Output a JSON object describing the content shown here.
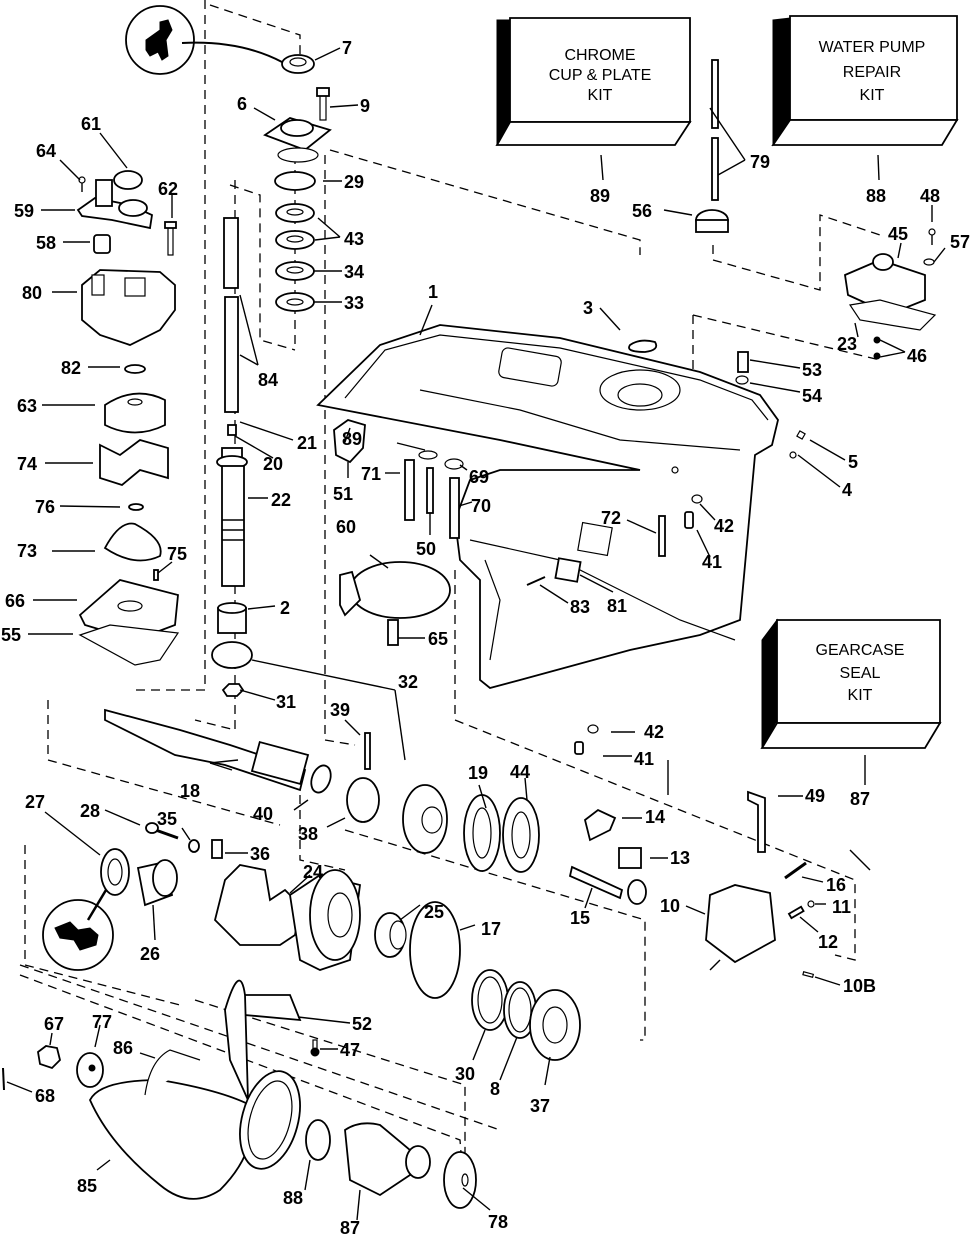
{
  "diagram": {
    "title": "Gearcase exploded parts diagram",
    "kits": [
      {
        "id": "92",
        "lines": [
          "CHROME",
          "CUP & PLATE",
          "KIT"
        ]
      },
      {
        "id": "91",
        "lines": [
          "WATER PUMP",
          "REPAIR",
          "KIT"
        ]
      },
      {
        "id": "90",
        "lines": [
          "GEARCASE",
          "SEAL",
          "KIT"
        ]
      }
    ],
    "callouts": [
      "1",
      "2",
      "3",
      "4",
      "5",
      "6",
      "7",
      "8",
      "9",
      "10",
      "10B",
      "11",
      "12",
      "13",
      "14",
      "15",
      "16",
      "17",
      "18",
      "19",
      "20",
      "21",
      "22",
      "23",
      "24",
      "25",
      "26",
      "27",
      "28",
      "29",
      "30",
      "31",
      "32",
      "33",
      "34",
      "35",
      "36",
      "37",
      "38",
      "39",
      "40",
      "41",
      "41",
      "42",
      "42",
      "43",
      "44",
      "45",
      "46",
      "47",
      "48",
      "49",
      "50",
      "51",
      "52",
      "53",
      "54",
      "55",
      "56",
      "57",
      "58",
      "59",
      "60",
      "61",
      "62",
      "63",
      "64",
      "65",
      "66",
      "67",
      "68",
      "69",
      "70",
      "71",
      "72",
      "73",
      "74",
      "75",
      "76",
      "77",
      "78",
      "79",
      "80",
      "81",
      "82",
      "83",
      "84",
      "85",
      "86",
      "87",
      "88",
      "89"
    ],
    "detail_icons": [
      "shift-lever-detail-icon",
      "seal-detail-icon"
    ]
  }
}
